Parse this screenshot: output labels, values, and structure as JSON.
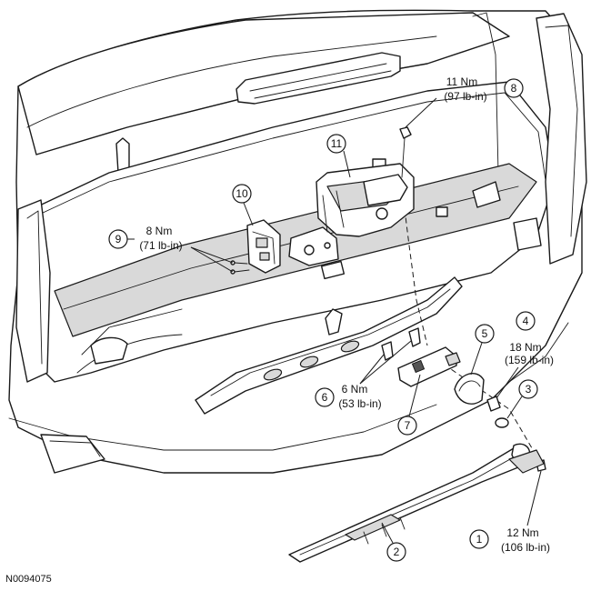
{
  "figure_id": "N0094075",
  "callouts": [
    {
      "num": "1",
      "torque_nm": "12 Nm",
      "torque_lbin": "(106 lb-in)"
    },
    {
      "num": "2"
    },
    {
      "num": "3"
    },
    {
      "num": "4",
      "torque_nm": "18 Nm",
      "torque_lbin": "(159 lb-in)"
    },
    {
      "num": "5"
    },
    {
      "num": "6",
      "torque_nm": "6 Nm",
      "torque_lbin": "(53 lb-in)"
    },
    {
      "num": "7"
    },
    {
      "num": "8",
      "torque_nm": "11 Nm",
      "torque_lbin": "(97 lb-in)"
    },
    {
      "num": "9",
      "torque_nm": "8 Nm",
      "torque_lbin": "(71 lb-in)"
    },
    {
      "num": "10"
    },
    {
      "num": "11"
    }
  ]
}
